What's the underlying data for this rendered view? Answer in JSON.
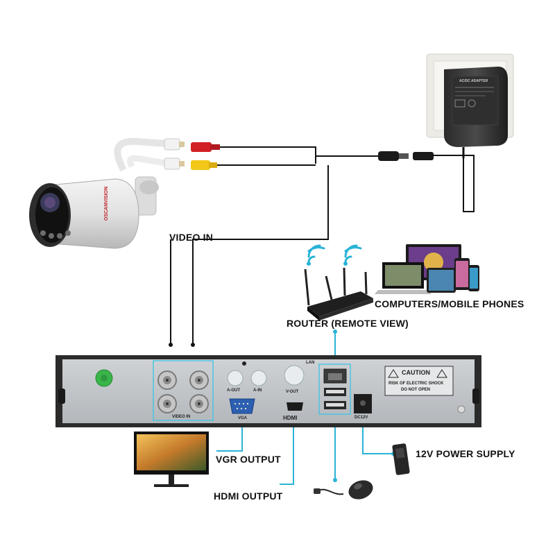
{
  "camera": {
    "brand": "OSCANVISION"
  },
  "adapter": {
    "label": "AC/DC ADAPTER"
  },
  "labels": {
    "video_in": "VIDEO IN",
    "computers": "COMPUTERS/MOBILE PHONES",
    "router": "ROUTER (REMOTE VIEW)",
    "vgr_output": "VGR OUTPUT",
    "hdmi_output": "HDMI OUTPUT",
    "power_supply": "12V POWER SUPPLY"
  },
  "dvr": {
    "ports": {
      "video_in": "VIDEO IN",
      "a_out": "A-OUT",
      "a_in": "A-IN",
      "v_out": "V-OUT",
      "vga": "VGA",
      "hdmi": "HDMI",
      "lan": "LAN",
      "dc12v": "DC12V"
    },
    "caution": {
      "title": "CAUTION",
      "line1": "RISK OF ELECTRIC SHOCK",
      "line2": "DO NOT OPEN"
    }
  },
  "colors": {
    "wire": "#111111",
    "connector_line": "#2ab3d6",
    "dvr_panel": "#bfc3c7",
    "dvr_frame": "#2b2b2b",
    "highlight": "#4cc4e0",
    "rca_red": "#d21f26",
    "rca_yellow": "#f2c718",
    "ground_green": "#39b54a"
  }
}
